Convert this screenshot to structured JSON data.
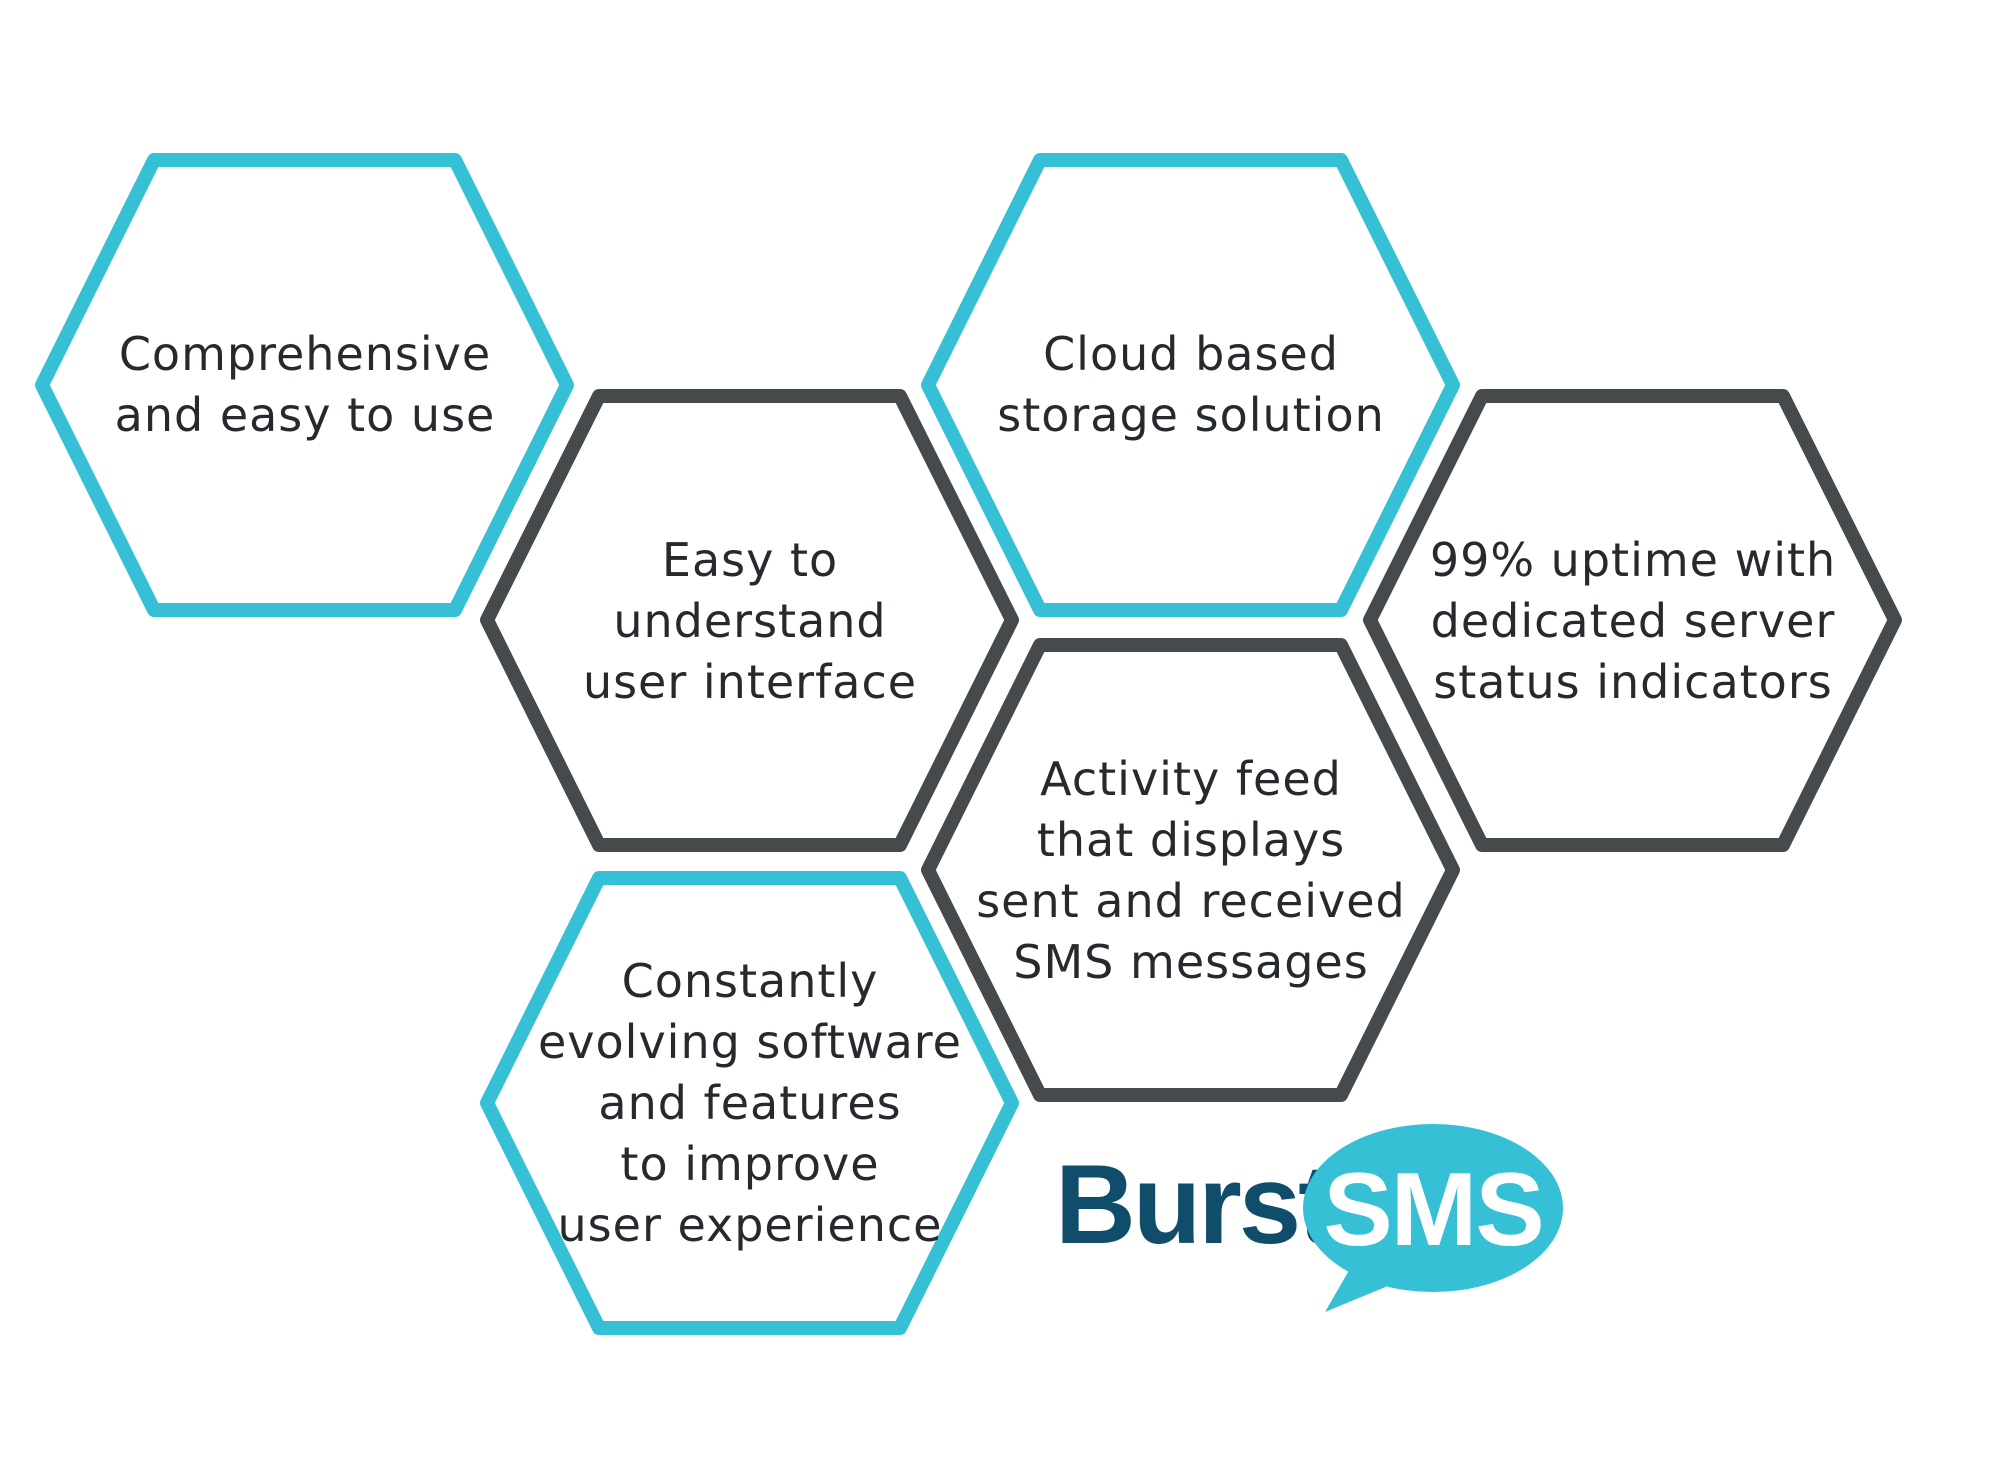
{
  "colors": {
    "teal": "#35c0d6",
    "charcoal": "#464a4d",
    "text": "#262a2e",
    "logo_dark": "#0f4d6a",
    "logo_bubble": "#35c0d6"
  },
  "hexagons": [
    {
      "id": "comprehensive",
      "style": "teal",
      "lines": [
        "Comprehensive",
        "and easy to use"
      ]
    },
    {
      "id": "easy-ui",
      "style": "charcoal",
      "lines": [
        "Easy to",
        "understand",
        "user interface"
      ]
    },
    {
      "id": "cloud",
      "style": "teal",
      "lines": [
        "Cloud based",
        "storage solution"
      ]
    },
    {
      "id": "uptime",
      "style": "charcoal",
      "lines": [
        "99% uptime with",
        "dedicated server",
        "status indicators"
      ]
    },
    {
      "id": "activity",
      "style": "charcoal",
      "lines": [
        "Activity feed",
        "that displays",
        "sent and received",
        "SMS messages"
      ]
    },
    {
      "id": "evolving",
      "style": "teal",
      "lines": [
        "Constantly",
        "evolving software",
        "and features",
        "to improve",
        "user experience"
      ]
    }
  ],
  "logo": {
    "word": "Burst",
    "bubble_text": "SMS"
  }
}
